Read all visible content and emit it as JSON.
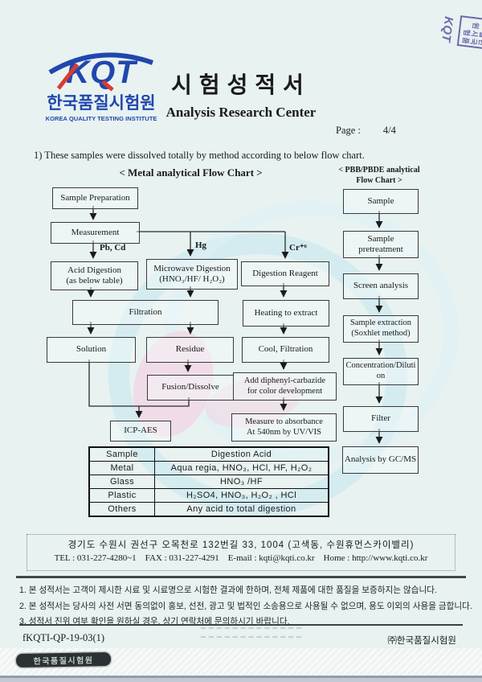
{
  "page": {
    "number_label": "Page :",
    "number_value": "4/4"
  },
  "header": {
    "logo": {
      "letters": "KQT",
      "korean_name": "한국품질시험원",
      "english_name": "KOREA QUALITY TESTING INSTITUTE"
    },
    "title_korean": "시험성적서",
    "title_english": "Analysis Research Center",
    "corner_stamp": {
      "korean": "한국품질시험원",
      "letters": "KQT"
    }
  },
  "intro": "1) These samples were dissolved totally by method according to below flow chart.",
  "metal_chart": {
    "title": "< Metal analytical Flow Chart >",
    "branch_labels": {
      "left": "Pb, Cd",
      "middle": "Hg",
      "right": "Cr⁺⁶"
    },
    "boxes": {
      "sample_preparation": "Sample Preparation",
      "measurement": "Measurement",
      "acid_digestion": "Acid Digestion\n(as below table)",
      "microwave_digestion": "Microwave Digestion\n(HNO₃/HF/ H₂O₂)",
      "digestion_reagent": "Digestion Reagent",
      "filtration": "Filtration",
      "heating_to_extract": "Heating to extract",
      "solution": "Solution",
      "residue": "Residue",
      "cool_filtration": "Cool, Filtration",
      "fusion_dissolve": "Fusion/Dissolve",
      "add_carbazide": "Add diphenyl-carbazide\nfor color development",
      "icp_aes": "ICP-AES",
      "measure_absorbance": "Measure to absorbance\nAt 540nm by UV/VIS"
    }
  },
  "pbb_chart": {
    "title_line1": "< PBB/PBDE analytical",
    "title_line2": "Flow  Chart >",
    "boxes": [
      "Sample",
      "Sample\npretreatment",
      "Screen analysis",
      "Sample extraction\n(Soxhlet method)",
      "Concentration/Diluti\non",
      "Filter",
      "Analysis by GC/MS"
    ]
  },
  "acid_table": {
    "headers": [
      "Sample",
      "Digestion Acid"
    ],
    "rows": [
      [
        "Metal",
        "Aqua regia, HNO₃, HCl, HF, H₂O₂"
      ],
      [
        "Glass",
        "HNO₃ /HF"
      ],
      [
        "Plastic",
        "H₂SO4, HNO₃, H₂O₂ , HCl"
      ],
      [
        "Others",
        "Any acid to total digestion"
      ]
    ]
  },
  "footer": {
    "address": "경기도 수원시 권선구 오목천로 132번길 33, 1004 (고색동, 수원휴먼스카이밸리)",
    "contact": "TEL : 031-227-4280~1    FAX : 031-227-4291    E-mail : kqti@kqti.co.kr    Home : http://www.kqti.co.kr",
    "notes": [
      "1. 본 성적서는 고객이 제시한 시료 및 시료명으로 시험한 결과에 한하며, 전체 제품에 대한 품질을 보증하지는 않습니다.",
      "2. 본 성적서는 당사의 사전 서면 동의없이 홍보, 선전, 광고 및 법적인 소송용으로 사용될 수 없으며, 용도 이외의 사용을 금합니다.",
      "3. 성적서 진위 여부 확인을 원하실 경우, 상기 연락처에 문의하시기 바랍니다."
    ],
    "doc_code": "fKQTI-QP-19-03(1)",
    "company": "㈜한국품질시험원",
    "security_stamp": "한국품질시험원"
  },
  "colors": {
    "brand_blue": "#2147ad",
    "brand_red": "#dd3a2d",
    "stamp_purple": "#5b4fa0",
    "watermark_blue": "#c4e5ee",
    "watermark_pink": "#f7cbe0",
    "paper": "#e7f2f1"
  }
}
